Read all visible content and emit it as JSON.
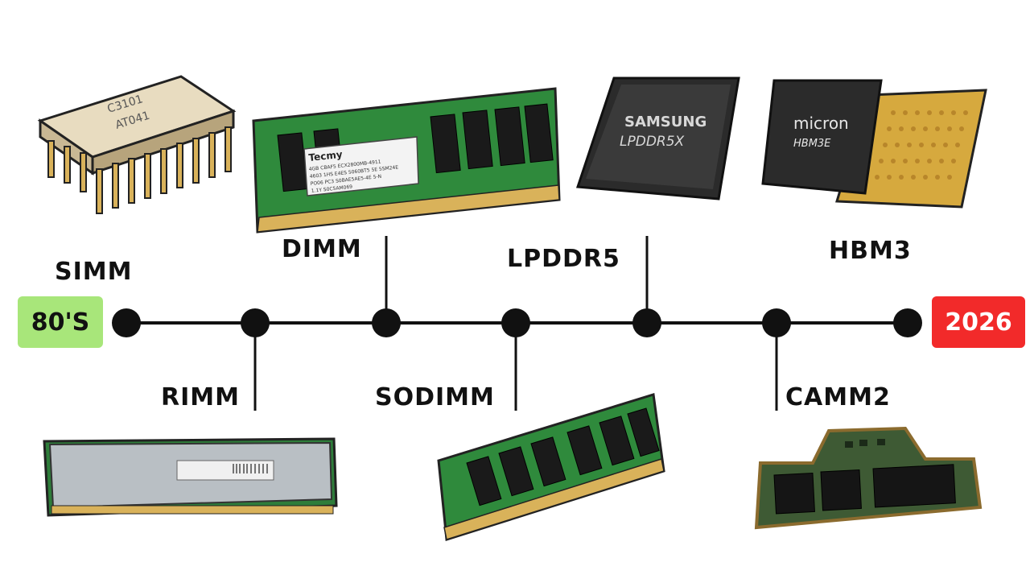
{
  "timeline": {
    "start": {
      "label": "80'S",
      "color": "#a8e67a"
    },
    "end": {
      "label": "2026",
      "color": "#f22a2a"
    },
    "line_color": "#111111",
    "items": [
      {
        "name": "SIMM",
        "image": "dip-memory-chip",
        "chip_text": [
          "C3101",
          "AT041"
        ]
      },
      {
        "name": "RIMM",
        "image": "rambus-module-with-heatspreader"
      },
      {
        "name": "DIMM",
        "image": "green-dimm-module",
        "chip_text": [
          "Tecmy",
          "4GB CBAF5 ECX2800MB-4911",
          "4603 1HS E4ES 5060BT5 5E 5SM24E",
          "PO06 PC3 S0BAE5AE5-4E 5-N",
          "1.1Y S0C5AM069"
        ]
      },
      {
        "name": "SODIMM",
        "image": "green-sodimm-module"
      },
      {
        "name": "LPDDR5",
        "image": "samsung-lpddr5x-package",
        "chip_text": [
          "SAMSUNG",
          "LPDDR5X"
        ]
      },
      {
        "name": "CAMM2",
        "image": "camm2-module"
      },
      {
        "name": "HBM3",
        "image": "micron-hbm3e-package",
        "chip_text": [
          "micron",
          "HBM3E"
        ]
      }
    ]
  }
}
